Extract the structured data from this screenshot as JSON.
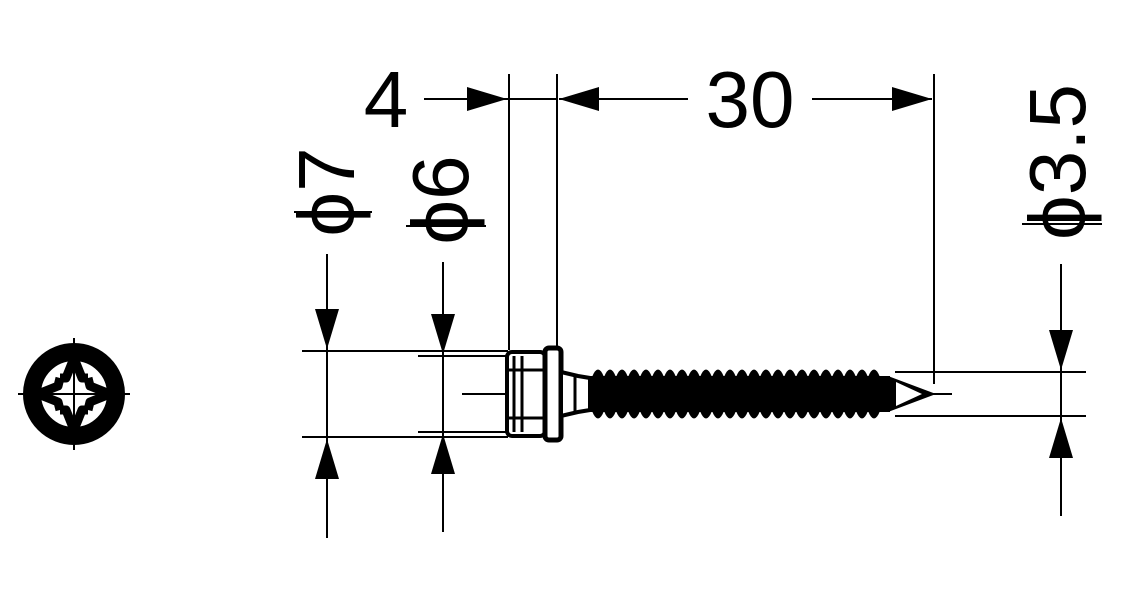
{
  "dimensions": {
    "head_height": "4",
    "length": "30",
    "head_diameter": "ϕ7",
    "washer_diameter": "ϕ6",
    "thread_diameter": "ϕ3.5"
  },
  "colors": {
    "ink": "#000000",
    "background": "#ffffff"
  }
}
